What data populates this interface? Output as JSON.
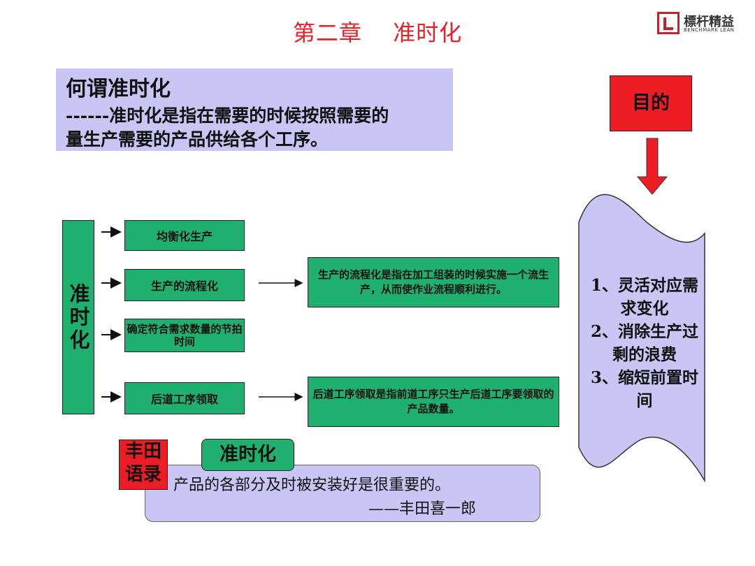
{
  "header": {
    "title": "第二章　 准时化",
    "logo_cn": "標杆精益",
    "logo_en": "BENCHMARK LEAN"
  },
  "definition": {
    "heading": "何谓准时化",
    "line1": "------准时化是指在需要的时候按照需要的",
    "line2": "量生产需要的产品供给各个工序。"
  },
  "jit_label": "准时化",
  "branches": [
    {
      "label": "均衡化生产"
    },
    {
      "label": "生产的流程化"
    },
    {
      "label": "确定符合需求数量的节拍时间"
    },
    {
      "label": "后道工序领取"
    }
  ],
  "explanations": {
    "flow": "生产的流程化是指在加工组装的时候实施一个流生产，从而使作业流程顺利进行。",
    "pull": "后道工序领取是指前道工序只生产后道工序要领取的产品数量。"
  },
  "purpose": {
    "label": "目的",
    "goals": [
      "1、灵活对应需求变化",
      "2、消除生产过剩的浪费",
      "3、缩短前置时间"
    ]
  },
  "quote": {
    "badge": "丰田语录",
    "tab": "准时化",
    "text": "产品的各部分及时被安装好是很重要的。",
    "author": "——丰田喜一郎"
  },
  "colors": {
    "title_red": "#e8202a",
    "green_box": "#1fb070",
    "lavender": "#c9c5f5",
    "red_box": "#ee1c24"
  }
}
